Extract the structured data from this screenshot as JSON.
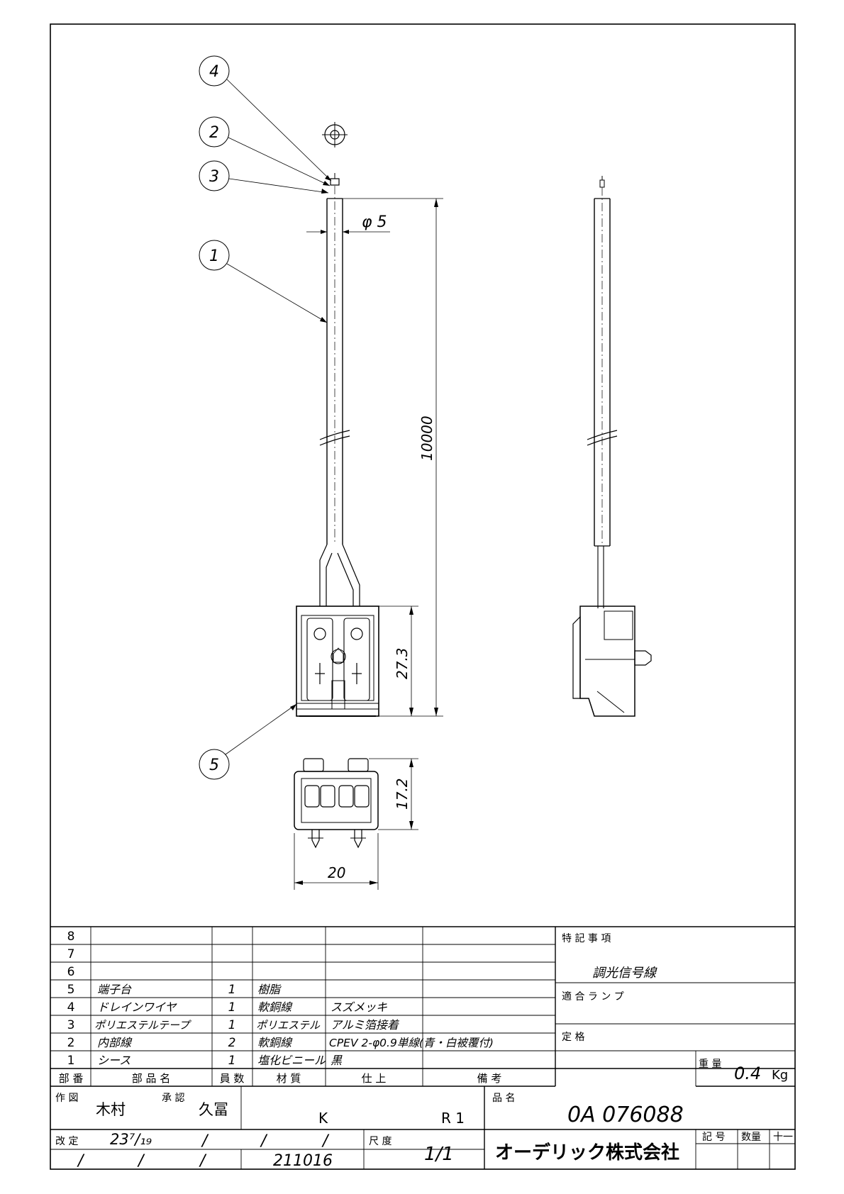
{
  "drawing": {
    "callouts": [
      "4",
      "2",
      "3",
      "1",
      "5"
    ],
    "dimensions": {
      "diameter": "φ 5",
      "length": "10000",
      "terminal_height": "27.3",
      "depth": "17.2",
      "width": "20"
    }
  },
  "parts_list": {
    "rows": [
      {
        "no": "8",
        "name": "",
        "qty": "",
        "material": "",
        "finish": "",
        "remark": ""
      },
      {
        "no": "7",
        "name": "",
        "qty": "",
        "material": "",
        "finish": "",
        "remark": ""
      },
      {
        "no": "6",
        "name": "",
        "qty": "",
        "material": "",
        "finish": "",
        "remark": ""
      },
      {
        "no": "5",
        "name": "端子台",
        "qty": "1",
        "material": "樹脂",
        "finish": "",
        "remark": ""
      },
      {
        "no": "4",
        "name": "ドレインワイヤ",
        "qty": "1",
        "material": "軟銅線",
        "finish": "スズメッキ",
        "remark": ""
      },
      {
        "no": "3",
        "name": "ポリエステルテープ",
        "qty": "1",
        "material": "ポリエステル",
        "finish": "アルミ箔接着",
        "remark": ""
      },
      {
        "no": "2",
        "name": "内部線",
        "qty": "2",
        "material": "軟銅線",
        "finish": "CPEV 2-φ0.9単線(青・白被覆付)",
        "remark": ""
      },
      {
        "no": "1",
        "name": "シース",
        "qty": "1",
        "material": "塩化ビニール",
        "finish": "黒",
        "remark": ""
      }
    ],
    "header": {
      "no": "部 番",
      "name": "部 品 名",
      "qty": "員 数",
      "material": "材 質",
      "finish": "仕 上",
      "remark": "備 考"
    }
  },
  "notes": {
    "special_label": "特 記 事 項",
    "special_value": "調光信号線",
    "lamp_label": "適 合 ラ ン プ",
    "rating_label": "定 格",
    "weight_label": "重 量",
    "weight_value": "0.4",
    "weight_unit": "Kg"
  },
  "title_block": {
    "drawn_label": "作 図",
    "drawn_by": "木村",
    "approved_label": "承 認",
    "approved_by": "久冨",
    "code_k": "K",
    "code_r": "R 1",
    "product_label": "品 名",
    "product_number": "0A 076088",
    "revision_label": "改 定",
    "revision_date": "23⁷/₁₉",
    "slash": "/",
    "scale_label": "尺 度",
    "scale_value": "1/1",
    "doc_number": "211016",
    "symbol_label": "記 号",
    "qty_label": "数量",
    "plusminus": "十一",
    "company": "オーデリック株式会社"
  }
}
